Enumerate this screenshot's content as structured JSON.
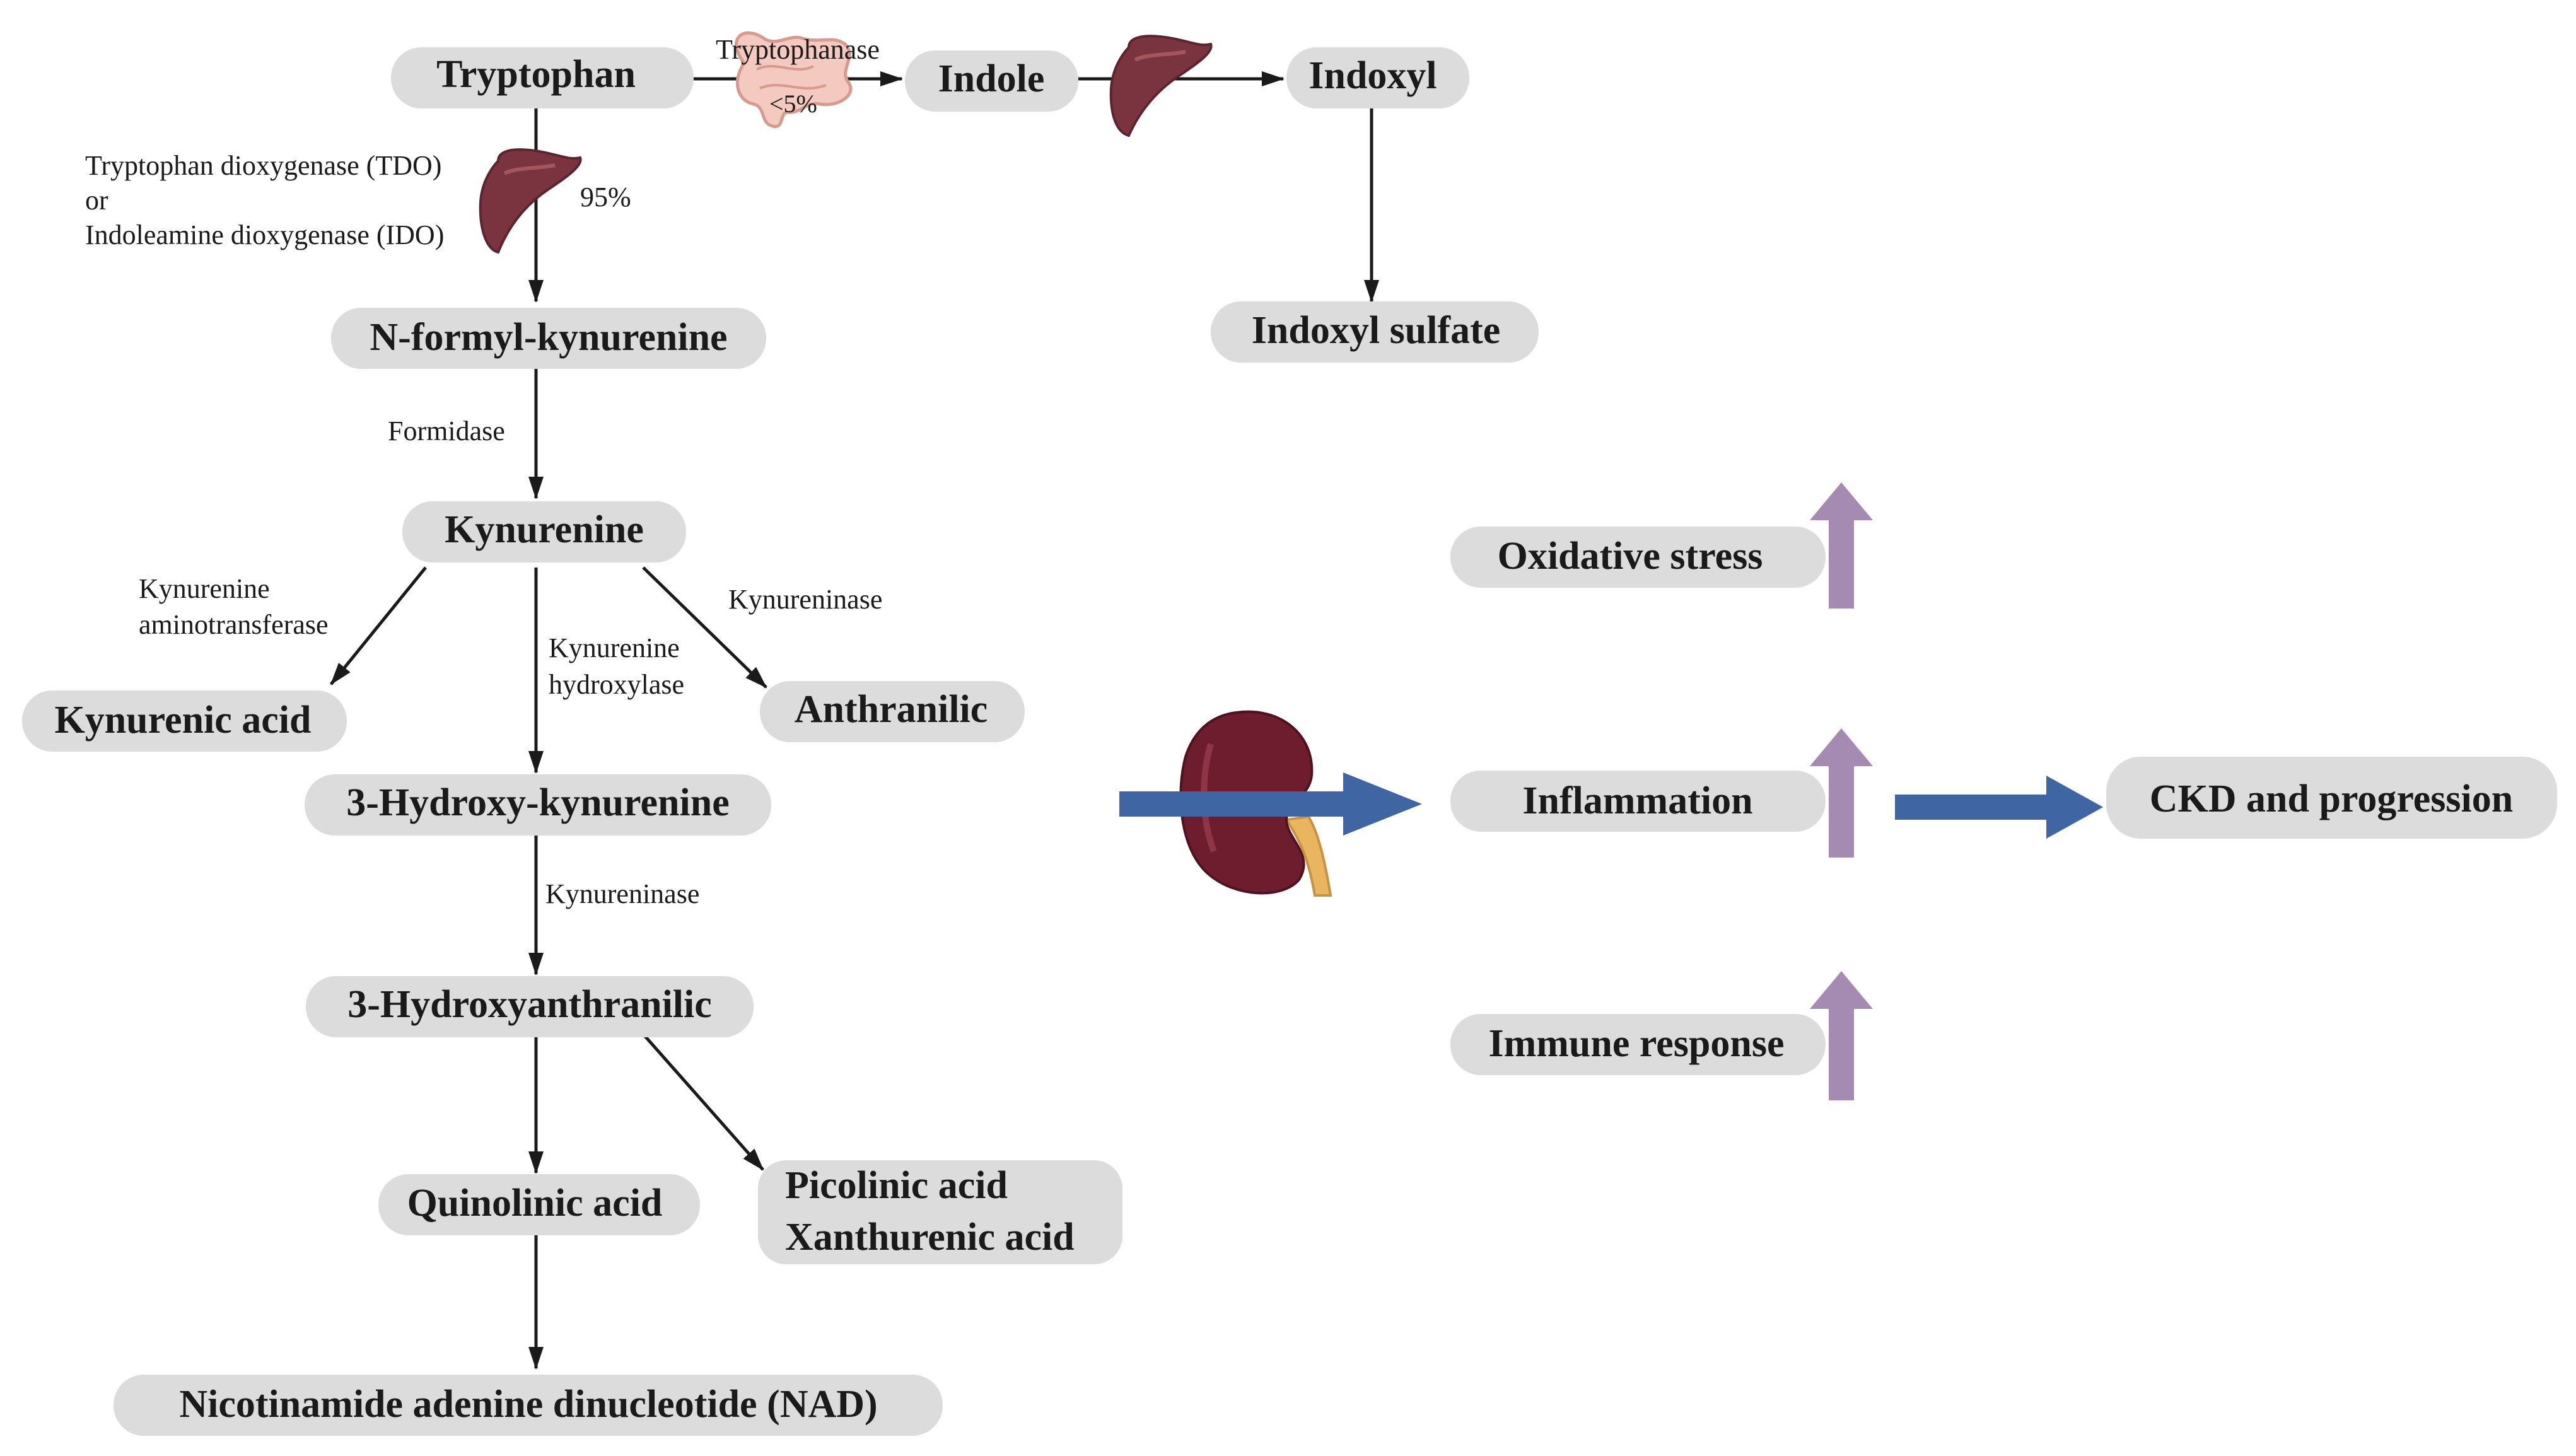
{
  "nodes": {
    "tryptophan": "Tryptophan",
    "indole": "Indole",
    "indoxyl": "Indoxyl",
    "indoxyl_sulfate": "Indoxyl sulfate",
    "n_formyl_kynurenine": "N-formyl-kynurenine",
    "kynurenine": "Kynurenine",
    "kynurenic_acid": "Kynurenic acid",
    "anthranilic": "Anthranilic",
    "hydroxy_kynurenine": "3-Hydroxy-kynurenine",
    "hydroxyanthranilic": "3-Hydroxyanthranilic",
    "quinolinic_acid": "Quinolinic acid",
    "picolinic_acid": "Picolinic acid",
    "xanthurenic_acid": "Xanthurenic acid",
    "nad": "Nicotinamide adenine dinucleotide (NAD)",
    "oxidative_stress": "Oxidative stress",
    "inflammation": "Inflammation",
    "immune_response": "Immune response",
    "ckd": "CKD and progression"
  },
  "enzymes": {
    "tryptophanase": "Tryptophanase",
    "lt5": "<5%",
    "tdo": "Tryptophan dioxygenase (TDO)",
    "or": "or",
    "ido": "Indoleamine dioxygenase (IDO)",
    "pct95": "95%",
    "formidase": "Formidase",
    "kat_line1": "Kynurenine",
    "kat_line2": "aminotransferase",
    "kynureninase1": "Kynureninase",
    "kh_line1": "Kynurenine",
    "kh_line2": "hydroxylase",
    "kynureninase2": "Kynureninase"
  },
  "colors": {
    "node_fill": "#dcdcdc",
    "blue_arrow": "#3f66a3",
    "purple_arrow": "#a58bb2",
    "liver": "#7a3440",
    "kidney": "#6e1d2e",
    "ureter": "#e9b561",
    "intestine": "#f4c9c0"
  },
  "icons": [
    "liver-icon",
    "intestine-icon",
    "kidney-icon"
  ]
}
